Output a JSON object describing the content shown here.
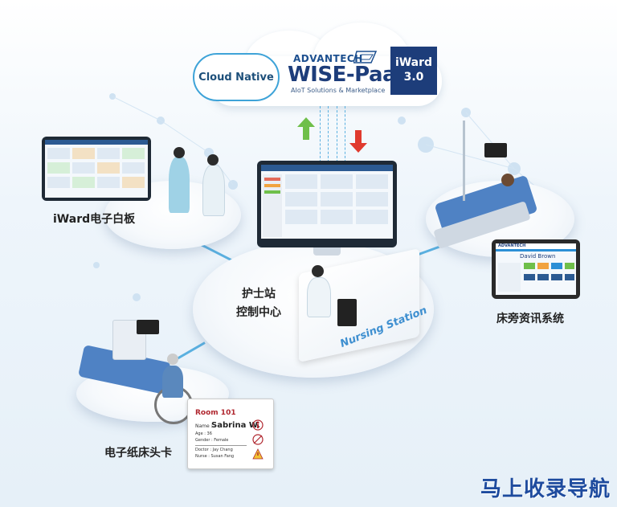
{
  "cloud": {
    "native_label": "Cloud Native",
    "brand": "ADVANTECH",
    "platform": "WISE-PaaS",
    "tagline": "AIoT Solutions & Marketplace",
    "badge_line1": "iWard",
    "badge_line2": "3.0"
  },
  "nodes": {
    "whiteboard": "iWard电子白板",
    "nursing_station_line1": "护士站",
    "nursing_station_line2": "控制中心",
    "nursing_station_sign": "Nursing Station",
    "bedside": "床旁资讯系统",
    "epaper": "电子纸床头卡"
  },
  "bedside_screen": {
    "brand": "ADVANTECH",
    "patient": "David Brown"
  },
  "bed_card": {
    "room": "Room 101",
    "name_label": "Name :",
    "name": "Sabrina W.",
    "age": "Age : 36",
    "gender": "Gender : Female",
    "doctor": "Doctor : Jay Chang",
    "nurse": "Nurse : Susan Fang"
  },
  "watermark": "马上收录导航",
  "colors": {
    "link_line": "#5ab0e0",
    "arrow_up": "#6fbf4a",
    "arrow_down": "#e03a2e",
    "badge": "#1d3d7a"
  }
}
